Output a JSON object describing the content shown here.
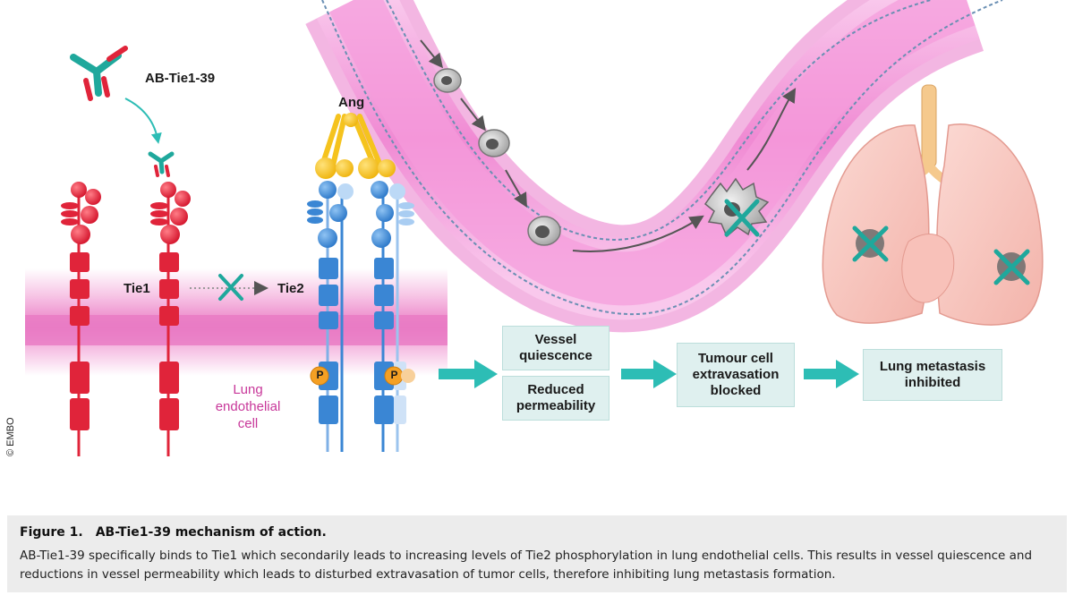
{
  "labels": {
    "antibody": "AB-Tie1-39",
    "ang": "Ang",
    "tie1": "Tie1",
    "tie2": "Tie2",
    "phospho": "P",
    "cell": "Lung\nendothelial\ncell"
  },
  "boxes": {
    "vessel_quiescence": "Vessel\nquiescence",
    "reduced_permeability": "Reduced\npermeability",
    "extravasation": "Tumour cell\nextravasation\nblocked",
    "metastasis": "Lung metastasis\ninhibited"
  },
  "copyright": "© EMBO",
  "caption": {
    "figure_number": "Figure 1.",
    "title": "AB-Tie1-39 mechanism of action.",
    "body": "AB-Tie1-39 specifically binds to Tie1 which secondarily leads to increasing levels of Tie2 phosphorylation in lung endothelial cells. This results in vessel quiescence and reductions in vessel permeability which leads to disturbed extravasation of tumor cells, therefore inhibiting lung metastasis formation."
  },
  "colors": {
    "tie1_red": "#e0243a",
    "tie2_blue": "#3a86d4",
    "ang_yellow": "#f5c31e",
    "antibody_teal": "#1fa89c",
    "membrane_pink": "#ee8fcf",
    "vessel_pink": "#f6a6dc",
    "lung_pink": "#f7c9c2",
    "arrow_teal": "#2dbdb5",
    "box_fill": "#dff0ef",
    "phospho_orange": "#f4a024"
  }
}
